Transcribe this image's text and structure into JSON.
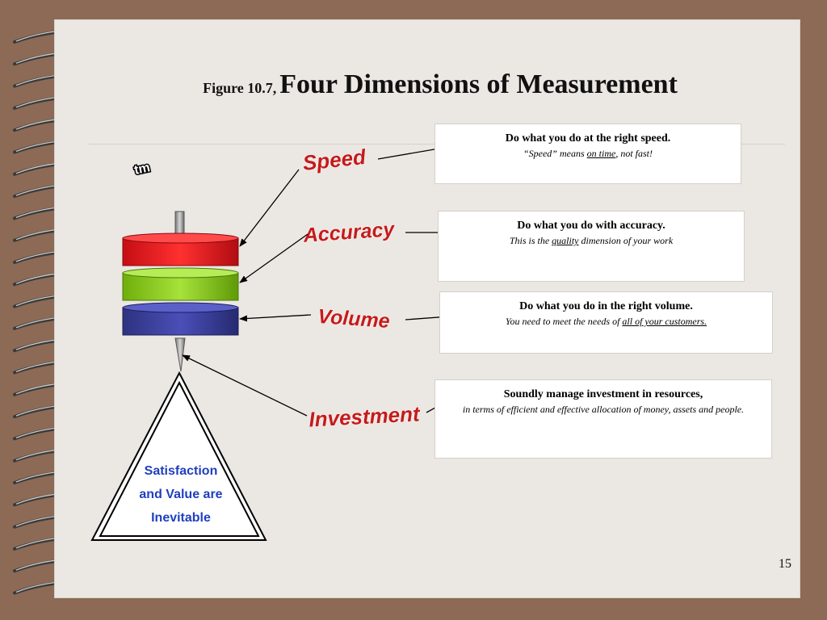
{
  "title": {
    "figure_label": "Figure 10.7,",
    "main": "Four Dimensions of Measurement"
  },
  "logo_text": "tm",
  "dimensions": [
    {
      "id": "speed",
      "label": "Speed",
      "heading": "Do what you do at the right speed.",
      "sub_prefix": "“Speed” means ",
      "sub_underlined": "on time",
      "sub_suffix": ", not fast!"
    },
    {
      "id": "accuracy",
      "label": "Accuracy",
      "heading": "Do what you do with accuracy.",
      "sub_prefix": "This is the ",
      "sub_underlined": "quality",
      "sub_suffix": " dimension of your work"
    },
    {
      "id": "volume",
      "label": "Volume",
      "heading": "Do what you do in the right volume.",
      "sub_prefix": "You need to meet the needs of ",
      "sub_underlined": "all of your customers.",
      "sub_suffix": ""
    },
    {
      "id": "investment",
      "label": "Investment",
      "heading": "Soundly manage investment in resources,",
      "sub_prefix": "in terms of efficient and effective allocation of money, assets and people.",
      "sub_underlined": "",
      "sub_suffix": ""
    }
  ],
  "triangle_text": [
    "Satisfaction",
    "and Value are",
    "Inevitable"
  ],
  "page_number": "15",
  "colors": {
    "background_frame": "#8c6a55",
    "page": "#ebe7e3",
    "disc_red": "#e8121a",
    "disc_green": "#8fd11a",
    "disc_blue": "#3b3f9e",
    "label_red": "#c41b1b",
    "triangle_text_blue": "#1f3fbf"
  }
}
